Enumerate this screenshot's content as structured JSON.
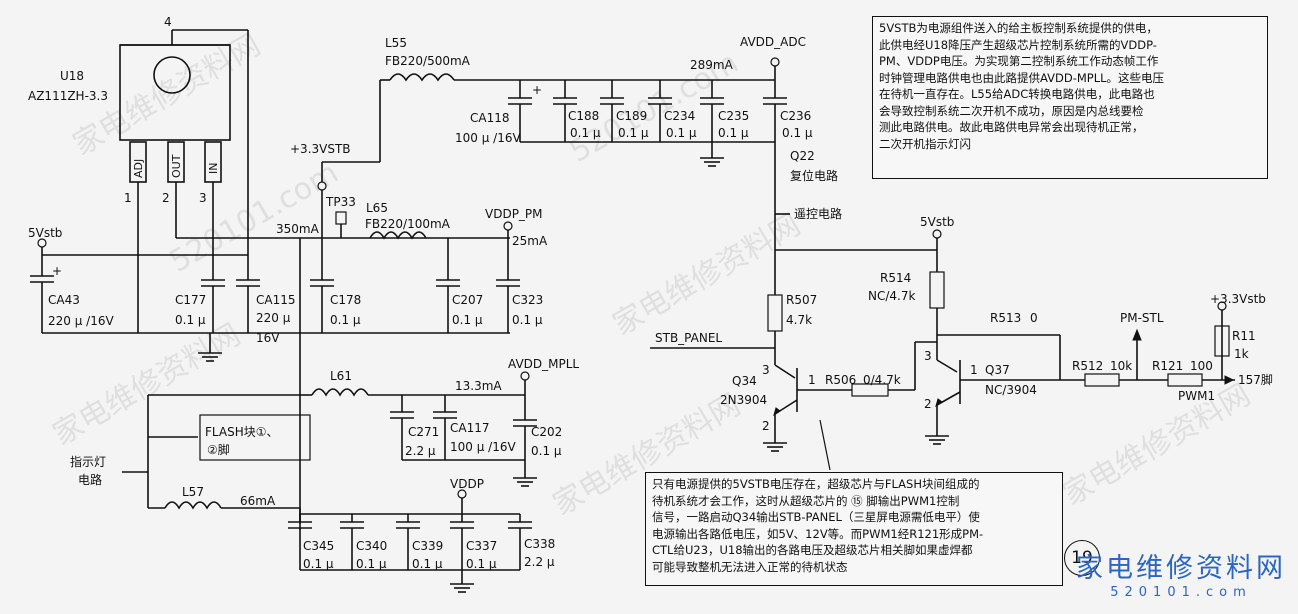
{
  "components": {
    "u18": {
      "ref": "U18",
      "part": "AZ111ZH-3.3",
      "tab_pin": "4",
      "pins": [
        {
          "num": "1",
          "name": "ADJ"
        },
        {
          "num": "2",
          "name": "OUT"
        },
        {
          "num": "3",
          "name": "IN"
        }
      ]
    },
    "l55": {
      "ref": "L55",
      "value": "FB220/500mA"
    },
    "l65": {
      "ref": "L65",
      "value": "FB220/100mA"
    },
    "l61": {
      "ref": "L61"
    },
    "l57": {
      "ref": "L57"
    },
    "tp33": "TP33",
    "ca43": {
      "ref": "CA43",
      "value": "220 μ /16V"
    },
    "c177": {
      "ref": "C177",
      "value": "0.1 μ"
    },
    "ca115": {
      "ref": "CA115",
      "value": "220 μ",
      "value2": "16V"
    },
    "c178": {
      "ref": "C178",
      "value": "0.1 μ"
    },
    "c207": {
      "ref": "C207",
      "value": "0.1 μ"
    },
    "c323": {
      "ref": "C323",
      "value": "0.1 μ"
    },
    "ca118": {
      "ref": "CA118",
      "value": "100 μ /16V"
    },
    "c188": {
      "ref": "C188",
      "value": "0.1 μ"
    },
    "c189": {
      "ref": "C189",
      "value": "0.1 μ"
    },
    "c234": {
      "ref": "C234",
      "value": "0.1 μ"
    },
    "c235": {
      "ref": "C235",
      "value": "0.1 μ"
    },
    "c236": {
      "ref": "C236",
      "value": "0.1 μ"
    },
    "c271": {
      "ref": "C271",
      "value": "2.2 μ"
    },
    "ca117": {
      "ref": "CA117",
      "value": "100 μ /16V"
    },
    "c202": {
      "ref": "C202",
      "value": "0.1 μ"
    },
    "c345": {
      "ref": "C345",
      "value": "0.1 μ"
    },
    "c340": {
      "ref": "C340",
      "value": "0.1 μ"
    },
    "c339": {
      "ref": "C339",
      "value": "0.1 μ"
    },
    "c337": {
      "ref": "C337",
      "value": "0.1 μ"
    },
    "c338": {
      "ref": "C338",
      "value": "2.2 μ"
    },
    "r507": {
      "ref": "R507",
      "value": "4.7k"
    },
    "r514": {
      "ref": "R514",
      "value": "NC/4.7k"
    },
    "r513": {
      "ref": "R513",
      "value": "0"
    },
    "r506": {
      "ref": "R506",
      "value": "0/4.7k"
    },
    "r512": {
      "ref": "R512",
      "value": "10k"
    },
    "r121": {
      "ref": "R121",
      "value": "100"
    },
    "r11": {
      "ref": "R11",
      "value": "1k"
    },
    "q34": {
      "ref": "Q34",
      "part": "2N3904"
    },
    "q37": {
      "ref": "Q37",
      "part": "NC/3904"
    },
    "q22": {
      "ref": "Q22",
      "desc": "复位电路"
    }
  },
  "pin_numbers": {
    "one": "1",
    "two": "2",
    "three": "3"
  },
  "nets": {
    "v5stb_left": "5Vstb",
    "v33stb": "+3.3VSTB",
    "avdd_adc": "AVDD_ADC",
    "vddp_pm": "VDDP_PM",
    "avdd_mpll": "AVDD_MPLL",
    "vddp": "VDDP",
    "v5stb_right": "5Vstb",
    "v33stb_right": "+3.3Vstb",
    "stb_panel": "STB_PANEL",
    "pm_stl": "PM-STL",
    "pwm1": "PWM1",
    "pin157": "157脚"
  },
  "currents": {
    "i350": "350mA",
    "i289": "289mA",
    "i25": "25mA",
    "i13": "13.3mA",
    "i66": "66mA"
  },
  "labels": {
    "remote": "遥控电路",
    "indicator_line1": "指示灯",
    "indicator_line2": "电路",
    "flash_line1": "FLASH块①、",
    "flash_line2": "②脚"
  },
  "notes": {
    "top_right": "5VSTB为电源组件送入的给主板控制系统提供的供电，\n此供电经U18降压产生超级芯片控制系统所需的VDDP-\nPM、VDDP电压。为实现第二控制系统工作动态帧工作\n时钟管理电路供电也由此路提供AVDD-MPLL。这些电压\n在待机一直存在。L55给ADC转换电路供电，此电路也\n会导致控制系统二次开机不成功，原因是内总线要检\n测此电路供电。故此电路供电异常会出现待机正常，\n二次开机指示灯闪",
    "bottom": "只有电源提供的5VSTB电压存在，超级芯片与FLASH块间组成的\n待机系统才会工作，这时从超级芯片的 ⑮ 脚输出PWM1控制\n信号，一路启动Q34输出STB-PANEL（三星屏电源需低电平）使\n电源输出各路低电压，如5V、12V等。而PWM1经R121形成PM-\nCTL给U23，U18输出的各路电压及超级芯片相关脚如果虚焊都\n可能导致整机无法进入正常的待机状态"
  },
  "page_number": "19",
  "watermark": {
    "text1": "家电维修资料网",
    "text2": "520101.com"
  },
  "logo": {
    "line1": "家电维修资料网",
    "line2": "520101.com"
  }
}
